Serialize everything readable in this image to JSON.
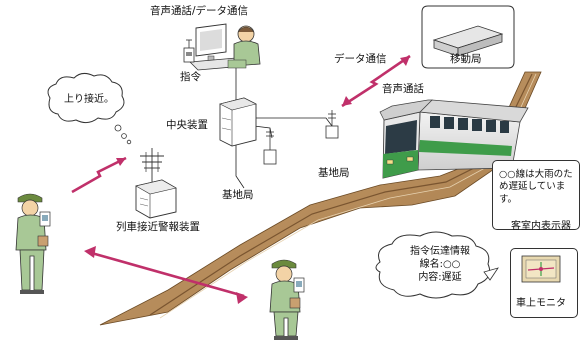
{
  "labels": {
    "comm_top": "音声通話/データ通信",
    "command": "指令",
    "central": "中央装置",
    "mobile_station": "移動局",
    "data_comm": "データ通信",
    "voice_call": "音声通話",
    "base_station_1": "基地局",
    "base_station_2": "基地局",
    "warning_device": "列車接近警報装置",
    "approach_bubble": "上り接近。"
  },
  "passenger_display": {
    "message": "○○線は大雨のため遅延しています。",
    "label": "客室内表示器"
  },
  "command_info": {
    "title": "指令伝達情報",
    "line": "線名:○○",
    "content": "内容:遅延"
  },
  "onboard_monitor": {
    "label": "車上モニタ"
  },
  "colors": {
    "arrow": "#c0306a",
    "train_green": "#3f9c4a",
    "track": "#b68a56"
  }
}
